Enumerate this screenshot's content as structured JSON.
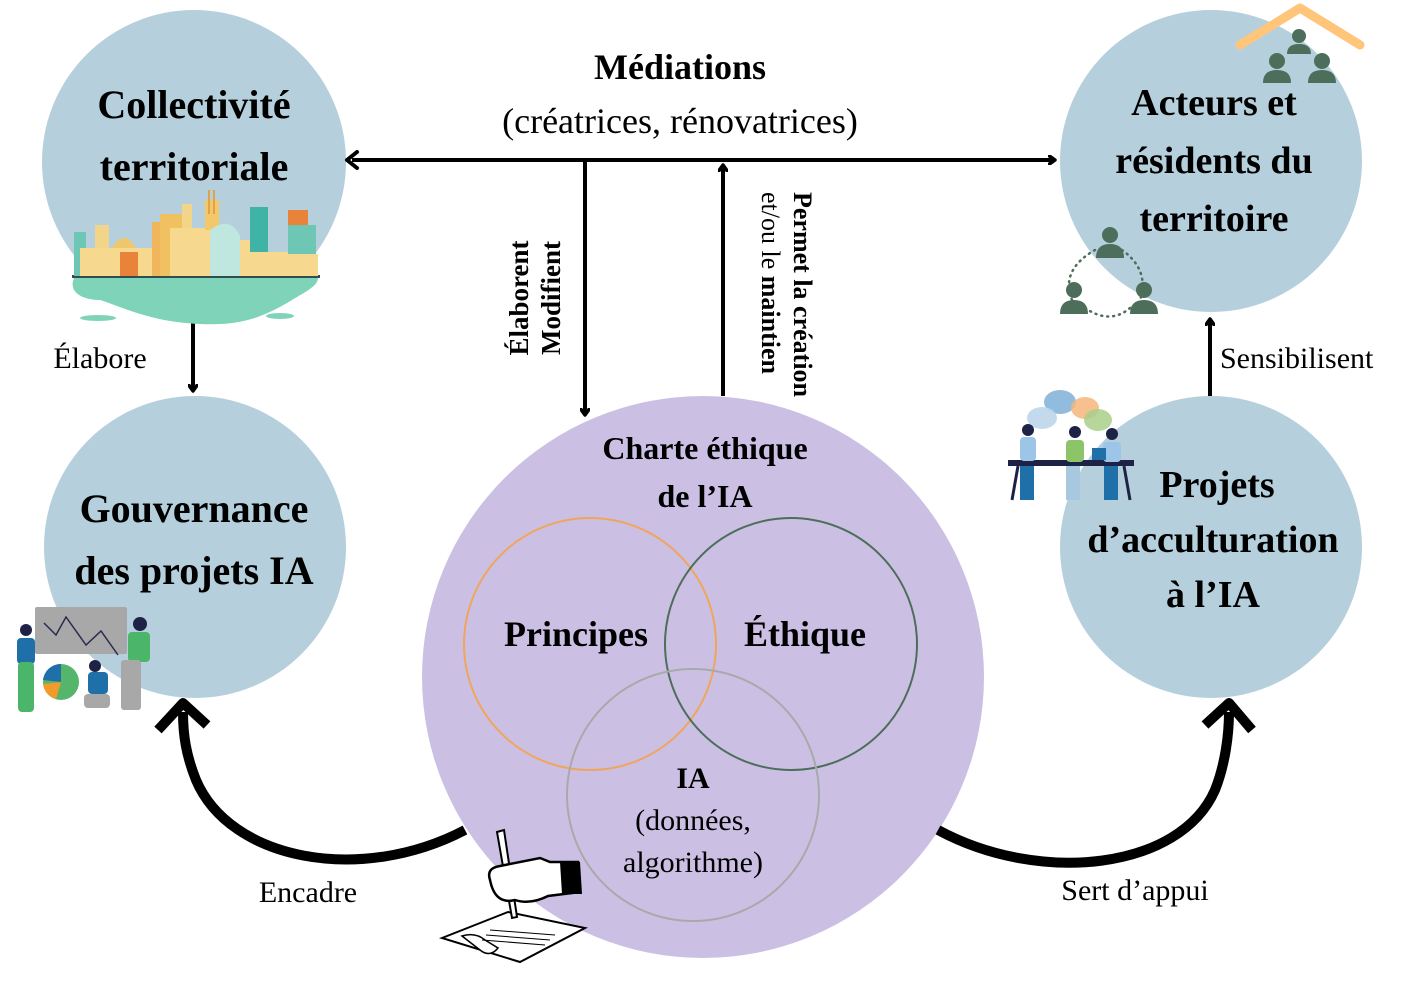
{
  "diagram": {
    "type": "concept-map",
    "colors": {
      "node_blue": "#b5d0dc",
      "node_purple": "#cbc0e4",
      "venn_orange": "#f0a55c",
      "venn_green": "#4d6e5a",
      "venn_grey": "#a9a9a9",
      "icon_green": "#4d6e5a",
      "roof_orange": "#ffc57a",
      "arrow": "#000000"
    },
    "nodes": {
      "collectivite": {
        "lines": [
          "Collectivité",
          "territoriale"
        ],
        "icon": "city-skyline-icon"
      },
      "acteurs": {
        "lines": [
          "Acteurs et",
          "résidents du",
          "territoire"
        ],
        "icons": [
          "house-community-icon",
          "network-people-icon"
        ]
      },
      "gouvernance": {
        "lines": [
          "Gouvernance",
          "des projets IA"
        ],
        "icon": "team-chart-presentation-icon"
      },
      "projets": {
        "lines": [
          "Projets",
          "d’acculturation",
          "à l’IA"
        ],
        "icon": "team-meeting-icon"
      },
      "charte": {
        "lines": [
          "Charte éthique",
          "de l’IA"
        ],
        "icon": "hand-signing-document-icon",
        "venn": {
          "principes": "Principes",
          "ethique": "Éthique",
          "ia_title": "IA",
          "ia_lines": [
            "(données,",
            "algorithme)"
          ]
        }
      }
    },
    "edges": {
      "mediations": {
        "title": "Médiations",
        "subtitle": "(créatrices, rénovatrices)"
      },
      "elabore": "Élabore",
      "elaborent": "Élaborent",
      "modifient": "Modifient",
      "permet_line1_a": "Permet la ",
      "permet_line1_b": "création",
      "permet_line2_a": "et/ou le ",
      "permet_line2_b": "maintien",
      "sensibilisent": "Sensibilisent",
      "encadre": "Encadre",
      "sert_appui": "Sert d’appui"
    }
  }
}
